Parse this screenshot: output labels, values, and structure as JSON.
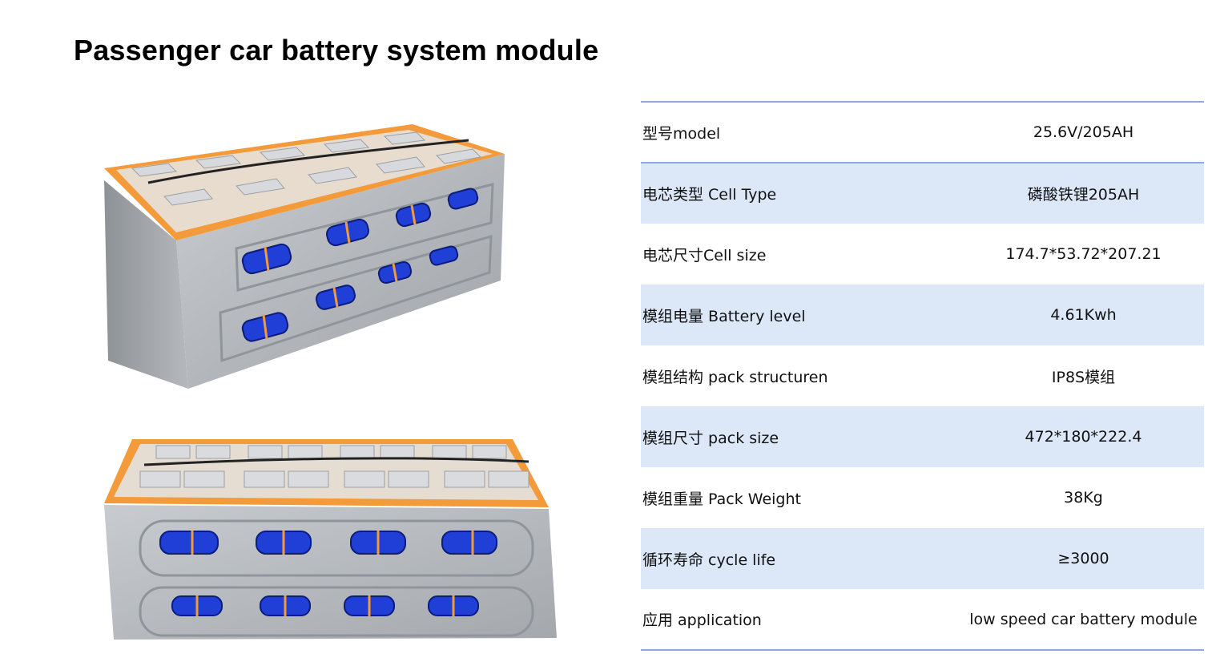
{
  "title": "Passenger car battery system module",
  "specs": [
    {
      "label": "型号model",
      "value": "25.6V/205AH"
    },
    {
      "label": "电芯类型 Cell Type",
      "value": "磷酸铁锂205AH"
    },
    {
      "label": "电芯尺寸Cell size",
      "value": "174.7*53.72*207.21"
    },
    {
      "label": "模组电量 Battery level",
      "value": "4.61Kwh"
    },
    {
      "label": "模组结构 pack structuren",
      "value": "IP8S模组"
    },
    {
      "label": "模组尺寸 pack size",
      "value": "472*180*222.4"
    },
    {
      "label": "模组重量 Pack Weight",
      "value": "38Kg"
    },
    {
      "label": "循环寿命 cycle life",
      "value": "≥3000"
    },
    {
      "label": "应用 application",
      "value": "low speed car battery module"
    }
  ],
  "colors": {
    "row_stripe": "#dce7f8",
    "rule": "#8eaadb",
    "frame_orange": "#f39a3a",
    "window_blue": "#1f3fd6"
  }
}
